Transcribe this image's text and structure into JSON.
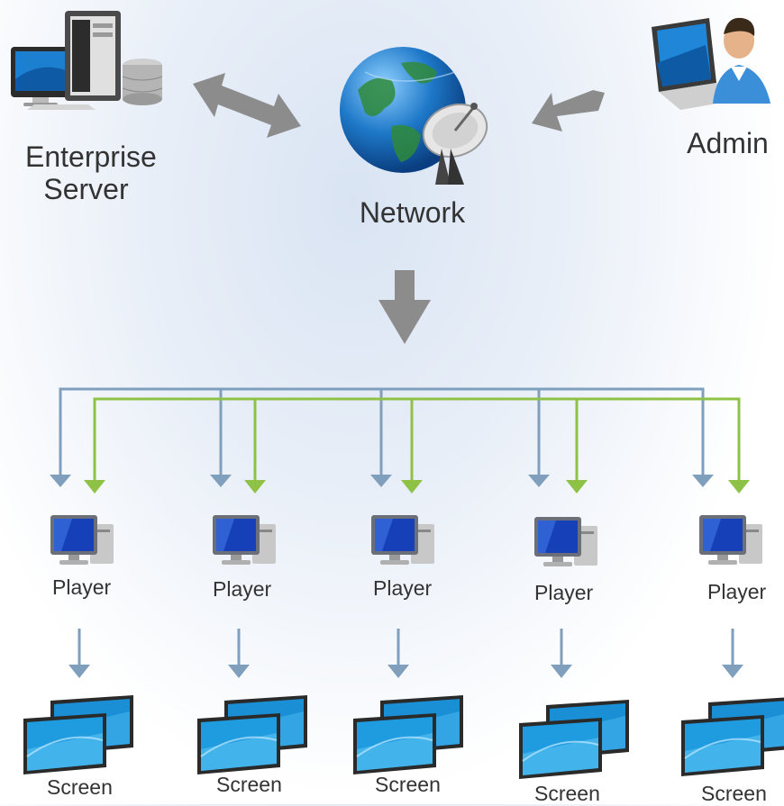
{
  "nodes": {
    "server_label_line1": "Enterprise",
    "server_label_line2": "Server",
    "network_label": "Network",
    "admin_label": "Admin"
  },
  "players": [
    {
      "label": "Player"
    },
    {
      "label": "Player"
    },
    {
      "label": "Player"
    },
    {
      "label": "Player"
    },
    {
      "label": "Player"
    }
  ],
  "screens": [
    {
      "label": "Screen"
    },
    {
      "label": "Screen"
    },
    {
      "label": "Screen"
    },
    {
      "label": "Screen"
    },
    {
      "label": "Screen"
    }
  ],
  "colors": {
    "blue_line": "#7f9fbd",
    "green_line": "#8ec247",
    "gray_arrow": "#8a8a8a",
    "monitor_screen": "#1a8fd6",
    "text": "#333333"
  }
}
